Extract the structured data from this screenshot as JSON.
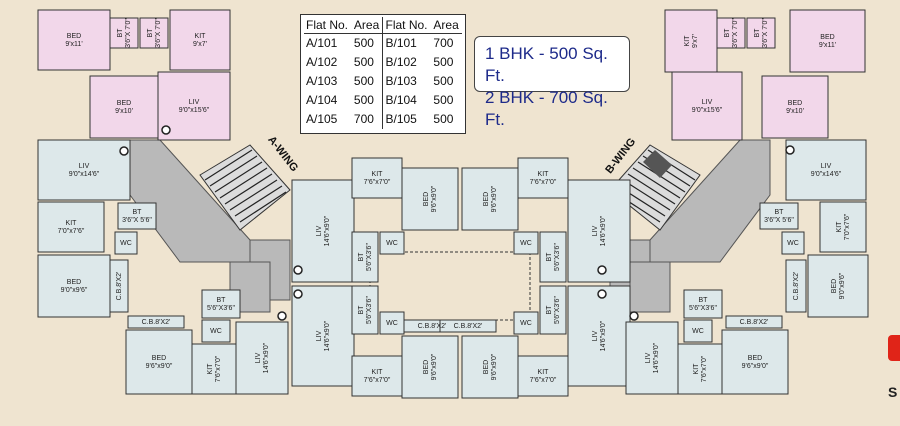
{
  "area_table": {
    "headers": [
      "Flat No.",
      "Area",
      "Flat No.",
      "Area"
    ],
    "rows": [
      [
        "A/101",
        "500",
        "B/101",
        "700"
      ],
      [
        "A/102",
        "500",
        "B/102",
        "500"
      ],
      [
        "A/103",
        "500",
        "B/103",
        "500"
      ],
      [
        "A/104",
        "500",
        "B/104",
        "500"
      ],
      [
        "A/105",
        "700",
        "B/105",
        "500"
      ]
    ]
  },
  "bhk_legend": {
    "line1": "1 BHK - 500 Sq. Ft.",
    "line2": "2 BHK - 700 Sq. Ft."
  },
  "wings": {
    "a": "A-WING",
    "b": "B-WING"
  },
  "brand": {
    "letter": "S"
  },
  "colors": {
    "pink_room": "#f2d7ea",
    "blue_room": "#dde8ea",
    "corridor": "#b9b9b9",
    "background": "#efe4d0",
    "legend_text": "#1d2a8a",
    "accent": "#e02418"
  },
  "rooms": {
    "a105_bed1": {
      "name": "BED",
      "dim": "9'x11'"
    },
    "a105_bt1": {
      "name": "BT",
      "dim": "3'6\"X 7'0\""
    },
    "a105_bt2": {
      "name": "BT",
      "dim": "3'6\"X 7'0\""
    },
    "a105_kit": {
      "name": "KIT",
      "dim": "9'x7'"
    },
    "a105_bed2": {
      "name": "BED",
      "dim": "9'x10'"
    },
    "a105_liv": {
      "name": "LIV",
      "dim": "9'0\"x15'6\""
    },
    "b101_kit": {
      "name": "KIT",
      "dim": "9'x7'"
    },
    "b101_bt1": {
      "name": "BT",
      "dim": "3'6\"X 7'0\""
    },
    "b101_bt2": {
      "name": "BT",
      "dim": "3'6\"X 7'0\""
    },
    "b101_bed1": {
      "name": "BED",
      "dim": "9'x11'"
    },
    "b101_liv": {
      "name": "LIV",
      "dim": "9'0\"x15'6\""
    },
    "b101_bed2": {
      "name": "BED",
      "dim": "9'x10'"
    },
    "a104_liv": {
      "name": "LIV",
      "dim": "9'0\"x14'6\""
    },
    "a104_kit": {
      "name": "KIT",
      "dim": "7'0\"x7'6\""
    },
    "a104_bt": {
      "name": "BT",
      "dim": "3'6\"X 5'6\""
    },
    "a104_wc": {
      "name": "WC",
      "dim": ""
    },
    "a104_bed": {
      "name": "BED",
      "dim": "9'0\"x9'6\""
    },
    "a104_cb": {
      "name": "C.B.8'X2'",
      "dim": ""
    },
    "a103_liv": {
      "name": "LIV",
      "dim": "14'6\"x9'0\""
    },
    "a103_kit": {
      "name": "KIT",
      "dim": "7'6\"x7'0\""
    },
    "a103_bed": {
      "name": "BED",
      "dim": "9'6\"x9'0\""
    },
    "a103_wc": {
      "name": "WC",
      "dim": ""
    },
    "a103_bt": {
      "name": "BT",
      "dim": "5'6\"X3'6\""
    },
    "b103_bed": {
      "name": "BED",
      "dim": "9'6\"x9'0\""
    },
    "b103_kit": {
      "name": "KIT",
      "dim": "7'6\"x7'0\""
    },
    "b103_wc": {
      "name": "WC",
      "dim": ""
    },
    "b103_bt": {
      "name": "BT",
      "dim": "5'6\"X3'6\""
    },
    "b103_liv": {
      "name": "LIV",
      "dim": "14'6\"x9'0\""
    },
    "b102_liv": {
      "name": "LIV",
      "dim": "9'0\"x14'6\""
    },
    "b102_bt": {
      "name": "BT",
      "dim": "3'6\"X 5'6\""
    },
    "b102_kit": {
      "name": "KIT",
      "dim": "7'0\"x7'6\""
    },
    "b102_wc": {
      "name": "WC",
      "dim": ""
    },
    "b102_bed": {
      "name": "BED",
      "dim": "9'0\"x9'6\""
    },
    "b102_cb": {
      "name": "C.B.8'X2'",
      "dim": ""
    },
    "a102_liv": {
      "name": "LIV",
      "dim": "14'6\"x9'0\""
    },
    "a102_bt": {
      "name": "BT",
      "dim": "5'6\"X3'6\""
    },
    "a102_wc": {
      "name": "WC",
      "dim": ""
    },
    "a102_cb": {
      "name": "C.B.8'X2'",
      "dim": ""
    },
    "a102_kit": {
      "name": "KIT",
      "dim": "7'6\"x7'0\""
    },
    "a102_bed": {
      "name": "BED",
      "dim": "9'6\"x9'0\""
    },
    "a101_cb": {
      "name": "C.B.8'X2'",
      "dim": ""
    },
    "a101_bt": {
      "name": "BT",
      "dim": "5'6\"X3'6\""
    },
    "a101_wc": {
      "name": "WC",
      "dim": ""
    },
    "a101_bed": {
      "name": "BED",
      "dim": "9'6\"x9'0\""
    },
    "a101_kit": {
      "name": "KIT",
      "dim": "7'6\"x7'0\""
    },
    "a101_liv": {
      "name": "LIV",
      "dim": "14'6\"x9'0\""
    },
    "b104_liv": {
      "name": "LIV",
      "dim": "14'6\"x9'0\""
    },
    "b104_cb": {
      "name": "C.B.8'X2'",
      "dim": ""
    },
    "b104_wc": {
      "name": "WC",
      "dim": ""
    },
    "b104_bt": {
      "name": "BT",
      "dim": "5'6\"X3'6\""
    },
    "b104_bed": {
      "name": "BED",
      "dim": "9'6\"x9'0\""
    },
    "b104_kit": {
      "name": "KIT",
      "dim": "7'6\"x7'0\""
    },
    "b105_bed": {
      "name": "BED",
      "dim": "9'6\"x9'0\""
    },
    "b105_kit": {
      "name": "KIT",
      "dim": "7'6\"x7'0\""
    },
    "b105_liv": {
      "name": "LIV",
      "dim": "14'6\"x9'0\""
    },
    "b105_bt": {
      "name": "BT",
      "dim": "5'6\"X3'6\""
    },
    "b105_wc": {
      "name": "WC",
      "dim": ""
    },
    "b105_cb": {
      "name": "C.B.8'X2'",
      "dim": ""
    }
  }
}
